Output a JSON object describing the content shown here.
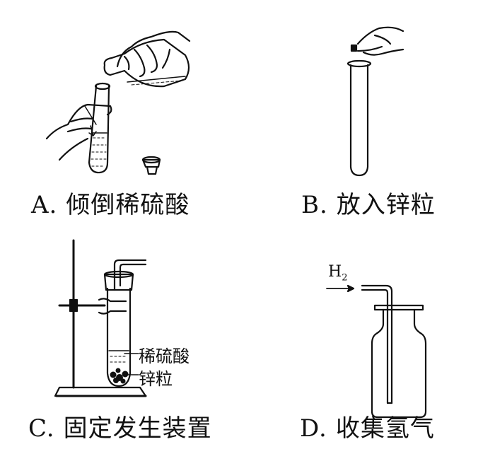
{
  "panels": {
    "a": {
      "letter": "A.",
      "caption": "倾倒稀硫酸"
    },
    "b": {
      "letter": "B.",
      "caption": "放入锌粒"
    },
    "c": {
      "letter": "C.",
      "caption": "固定发生装置",
      "label_acid": "稀硫酸",
      "label_zinc": "锌粒"
    },
    "d": {
      "letter": "D.",
      "caption": "收集氢气",
      "gas_main": "H",
      "gas_sub": "2"
    }
  }
}
